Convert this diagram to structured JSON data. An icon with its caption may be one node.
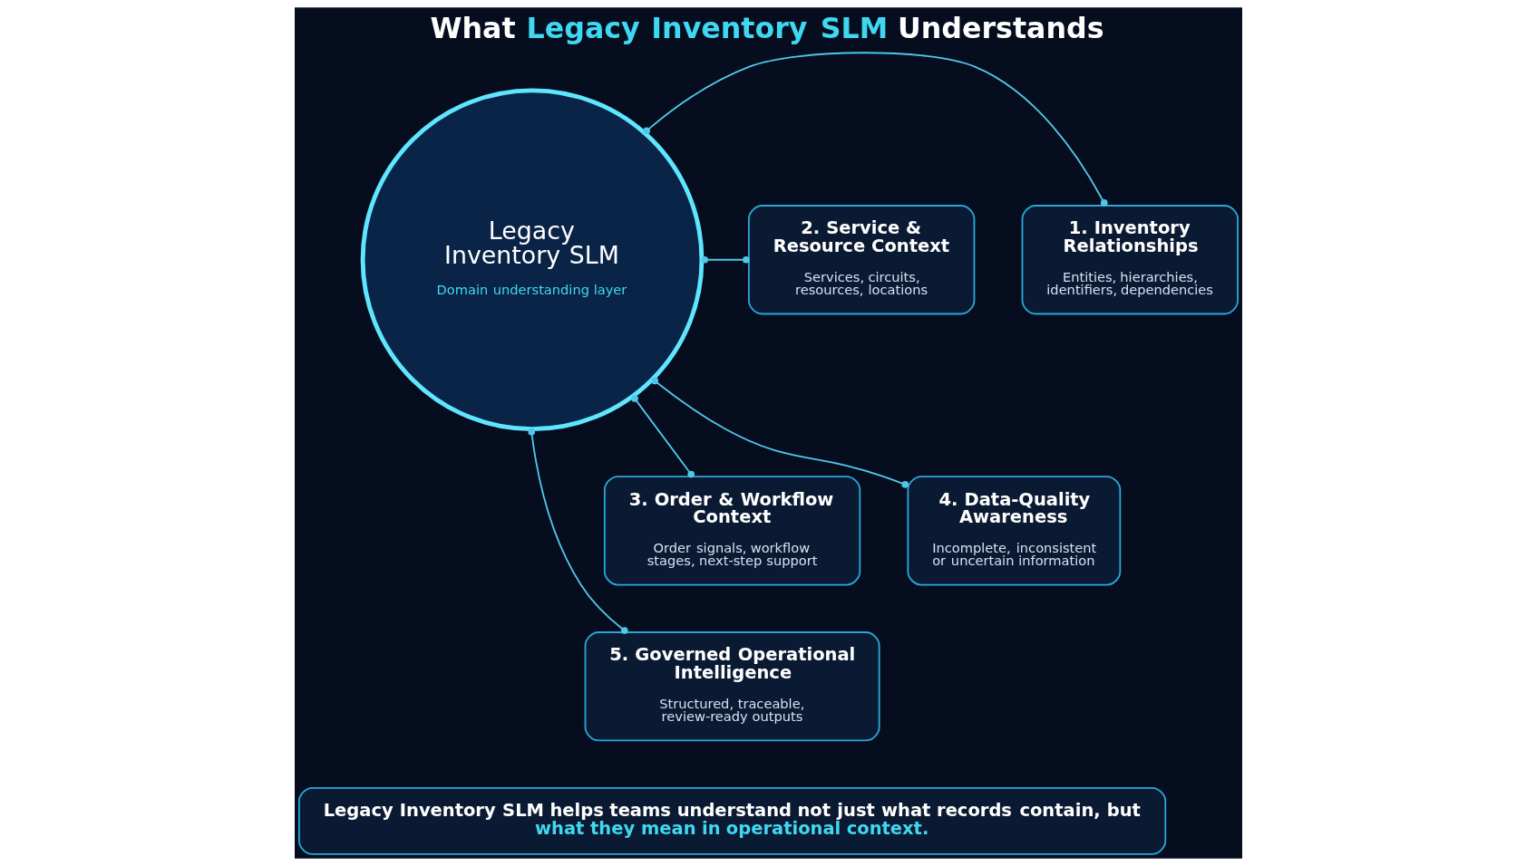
{
  "diagram": {
    "title": "What **Legacy Inventory SLM** Understands",
    "nodes": [
      {
        "text": [
          "1. Inventory Relationships",
          "Entities, hierarchies, identifiers, dependencies"
        ]
      },
      {
        "text": [
          "Legacy Inventory SLM",
          "Domain understanding layer"
        ]
      },
      {
        "text": [
          "2. Service & Resource Context",
          "Services, circuits, resources, locations"
        ]
      },
      {
        "text": [
          "4. Data-Quality Awareness",
          "Incomplete, inconsistent or uncertain information"
        ]
      },
      {
        "text": [
          "3. Order & Workflow Context",
          "Order signals, workflow stages, next-step support"
        ]
      },
      {
        "text": [
          "5. Governed Operational Intelligence",
          "Structured, traceable, review-ready outputs"
        ]
      },
      {
        "text": [
          "Legacy Inventory SLM helps teams understand not just what records contain, but **what they mean in operational context.**"
        ]
      }
    ],
    "edges": [
      {
        "from": 1,
        "to": 0,
        "arrow": "other"
      },
      {
        "from": 1,
        "to": 2,
        "arrow": "other"
      },
      {
        "from": 1,
        "to": 3,
        "arrow": "other"
      },
      {
        "from": 1,
        "to": 4,
        "arrow": "other"
      },
      {
        "from": 1,
        "to": 5,
        "arrow": "other"
      }
    ]
  }
}
